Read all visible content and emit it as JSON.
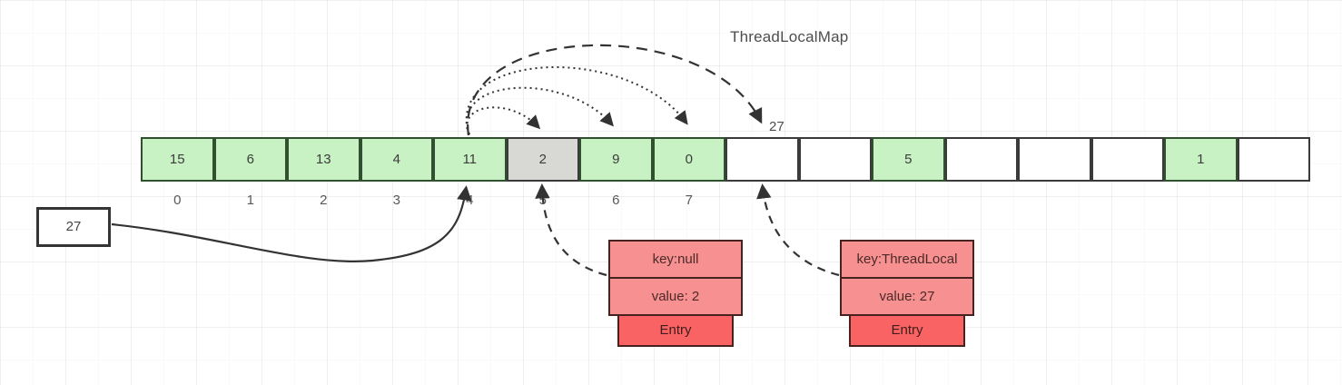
{
  "title": "ThreadLocalMap",
  "probe_label": "27",
  "incoming_value_box": {
    "label": "27"
  },
  "array": {
    "cells": [
      {
        "value": "15",
        "index": "0",
        "state": "filled"
      },
      {
        "value": "6",
        "index": "1",
        "state": "filled"
      },
      {
        "value": "13",
        "index": "2",
        "state": "filled"
      },
      {
        "value": "4",
        "index": "3",
        "state": "filled"
      },
      {
        "value": "11",
        "index": "4",
        "state": "filled"
      },
      {
        "value": "2",
        "index": "5",
        "state": "stale"
      },
      {
        "value": "9",
        "index": "6",
        "state": "filled"
      },
      {
        "value": "0",
        "index": "7",
        "state": "filled"
      },
      {
        "value": "",
        "index": "",
        "state": "empty"
      },
      {
        "value": "",
        "index": "",
        "state": "empty"
      },
      {
        "value": "5",
        "index": "",
        "state": "filled"
      },
      {
        "value": "",
        "index": "",
        "state": "empty"
      },
      {
        "value": "",
        "index": "",
        "state": "empty"
      },
      {
        "value": "",
        "index": "",
        "state": "empty"
      },
      {
        "value": "1",
        "index": "",
        "state": "filled"
      },
      {
        "value": "",
        "index": "",
        "state": "empty"
      }
    ]
  },
  "entries": {
    "stale_entry": {
      "key": "key:null",
      "value": "value: 2",
      "footer": "Entry"
    },
    "new_entry": {
      "key": "key:ThreadLocal",
      "value": "value: 27",
      "footer": "Entry"
    }
  },
  "colors": {
    "cell_filled": "#c9f2c4",
    "cell_stale": "#d8d8d5",
    "cell_empty": "#ffffff",
    "cell_border": "#3a3a3a",
    "entry_light": "#f79090",
    "entry_dark": "#fa6363",
    "entry_border": "#47221f",
    "arrow": "#333333"
  }
}
